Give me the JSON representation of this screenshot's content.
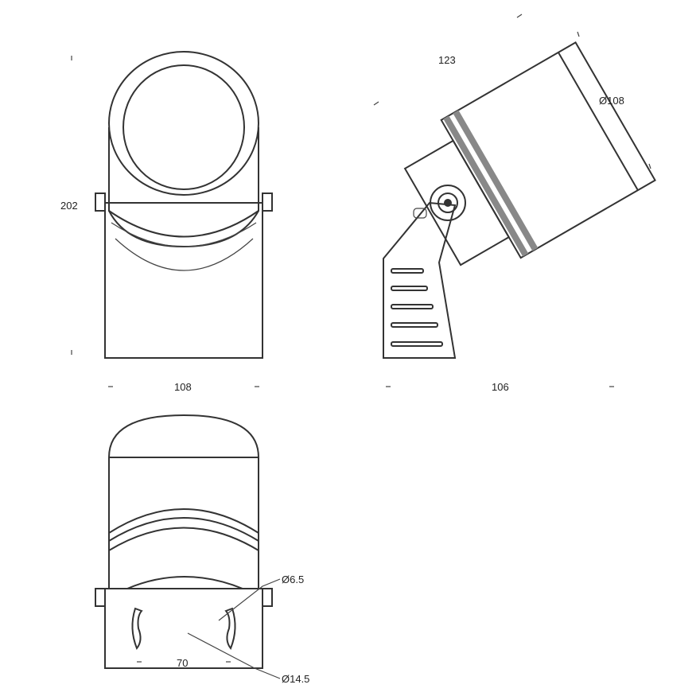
{
  "drawing": {
    "front_view": {
      "height_label": "202",
      "width_label": "108"
    },
    "side_view": {
      "length_label": "123",
      "diameter_label": "Ø108",
      "base_label": "106"
    },
    "bottom_view": {
      "hole_label": "Ø6.5",
      "spacing_label": "70",
      "cable_label": "Ø14.5"
    }
  }
}
